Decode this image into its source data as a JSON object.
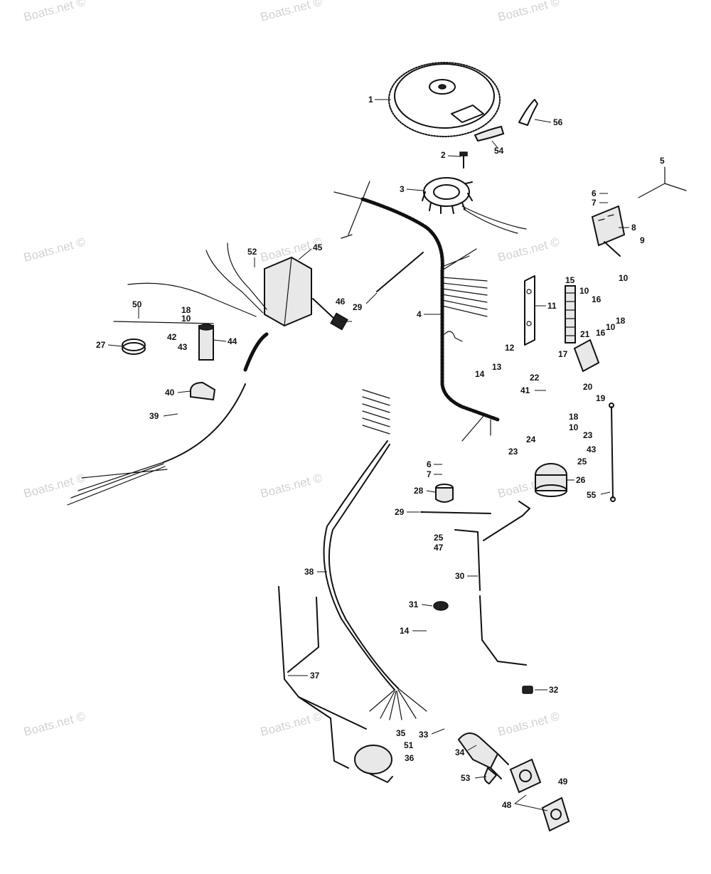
{
  "watermark": "Boats.net ©",
  "callouts": [
    {
      "id": "c1",
      "text": "1"
    },
    {
      "id": "c2",
      "text": "2"
    },
    {
      "id": "c3",
      "text": "3"
    },
    {
      "id": "c4",
      "text": "4"
    },
    {
      "id": "c5",
      "text": "5"
    },
    {
      "id": "c6a",
      "text": "6"
    },
    {
      "id": "c7a",
      "text": "7"
    },
    {
      "id": "c8",
      "text": "8"
    },
    {
      "id": "c9",
      "text": "9"
    },
    {
      "id": "c10a",
      "text": "10"
    },
    {
      "id": "c10b",
      "text": "10"
    },
    {
      "id": "c10c",
      "text": "10"
    },
    {
      "id": "c10d",
      "text": "10"
    },
    {
      "id": "c10e",
      "text": "10"
    },
    {
      "id": "c11",
      "text": "11"
    },
    {
      "id": "c12",
      "text": "12"
    },
    {
      "id": "c13",
      "text": "13"
    },
    {
      "id": "c14a",
      "text": "14"
    },
    {
      "id": "c14b",
      "text": "14"
    },
    {
      "id": "c15",
      "text": "15"
    },
    {
      "id": "c16a",
      "text": "16"
    },
    {
      "id": "c16b",
      "text": "16"
    },
    {
      "id": "c17",
      "text": "17"
    },
    {
      "id": "c18a",
      "text": "18"
    },
    {
      "id": "c18b",
      "text": "18"
    },
    {
      "id": "c18c",
      "text": "18"
    },
    {
      "id": "c19",
      "text": "19"
    },
    {
      "id": "c20",
      "text": "20"
    },
    {
      "id": "c21",
      "text": "21"
    },
    {
      "id": "c22",
      "text": "22"
    },
    {
      "id": "c23a",
      "text": "23"
    },
    {
      "id": "c23b",
      "text": "23"
    },
    {
      "id": "c24",
      "text": "24"
    },
    {
      "id": "c25a",
      "text": "25"
    },
    {
      "id": "c25b",
      "text": "25"
    },
    {
      "id": "c26",
      "text": "26"
    },
    {
      "id": "c27",
      "text": "27"
    },
    {
      "id": "c28",
      "text": "28"
    },
    {
      "id": "c29a",
      "text": "29"
    },
    {
      "id": "c29b",
      "text": "29"
    },
    {
      "id": "c30",
      "text": "30"
    },
    {
      "id": "c31",
      "text": "31"
    },
    {
      "id": "c32",
      "text": "32"
    },
    {
      "id": "c33",
      "text": "33"
    },
    {
      "id": "c34",
      "text": "34"
    },
    {
      "id": "c35",
      "text": "35"
    },
    {
      "id": "c36",
      "text": "36"
    },
    {
      "id": "c37",
      "text": "37"
    },
    {
      "id": "c38",
      "text": "38"
    },
    {
      "id": "c39",
      "text": "39"
    },
    {
      "id": "c40",
      "text": "40"
    },
    {
      "id": "c41",
      "text": "41"
    },
    {
      "id": "c42",
      "text": "42"
    },
    {
      "id": "c43a",
      "text": "43"
    },
    {
      "id": "c43b",
      "text": "43"
    },
    {
      "id": "c44",
      "text": "44"
    },
    {
      "id": "c45",
      "text": "45"
    },
    {
      "id": "c46",
      "text": "46"
    },
    {
      "id": "c47",
      "text": "47"
    },
    {
      "id": "c48",
      "text": "48"
    },
    {
      "id": "c49",
      "text": "49"
    },
    {
      "id": "c50",
      "text": "50"
    },
    {
      "id": "c51",
      "text": "51"
    },
    {
      "id": "c52",
      "text": "52"
    },
    {
      "id": "c53",
      "text": "53"
    },
    {
      "id": "c54",
      "text": "54"
    },
    {
      "id": "c55",
      "text": "55"
    },
    {
      "id": "c56",
      "text": "56"
    },
    {
      "id": "c6b",
      "text": "6"
    },
    {
      "id": "c7b",
      "text": "7"
    }
  ]
}
